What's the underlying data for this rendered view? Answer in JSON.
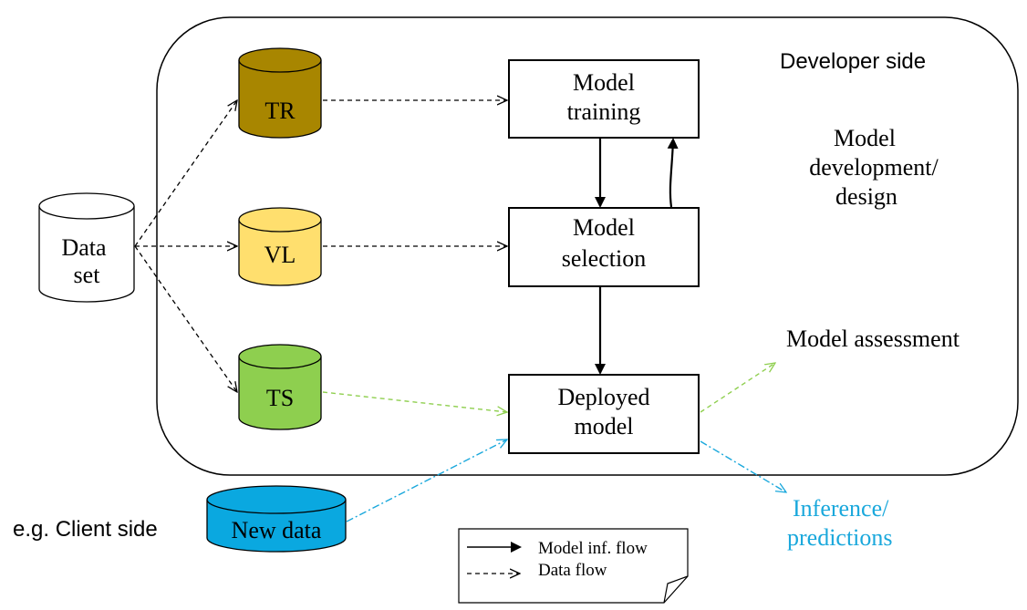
{
  "labels": {
    "developer_side": "Developer side",
    "client_side": "e.g. Client side",
    "model_dev_line1": "Model",
    "model_dev_line2": "development/",
    "model_dev_line3": "design",
    "model_assessment": "Model assessment",
    "inference_line1": "Inference/",
    "inference_line2": "predictions"
  },
  "databases": {
    "dataset_line1": "Data",
    "dataset_line2": "set",
    "tr": "TR",
    "vl": "VL",
    "ts": "TS",
    "new_data": "New data"
  },
  "boxes": {
    "training_line1": "Model",
    "training_line2": "training",
    "selection_line1": "Model",
    "selection_line2": "selection",
    "deployed_line1": "Deployed",
    "deployed_line2": "model"
  },
  "legend": {
    "model_flow": "Model inf. flow",
    "data_flow": "Data flow"
  },
  "colors": {
    "tr": "#a88600",
    "vl": "#ffdf6e",
    "ts": "#8ecf4f",
    "new_data": "#0aa8e0",
    "test_flow": "#8fcf4f",
    "inference_flow": "#1aa8dc",
    "inference_text": "#1aa8dc"
  }
}
